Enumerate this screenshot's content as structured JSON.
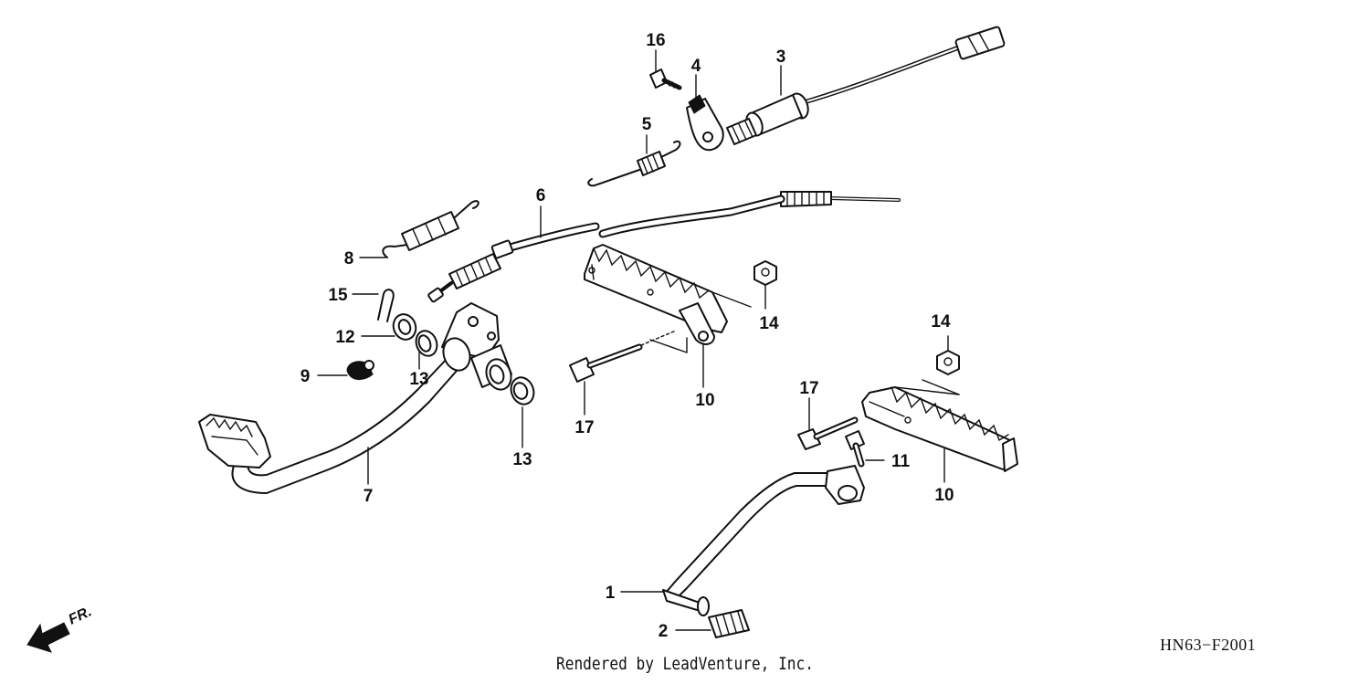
{
  "diagram": {
    "code": "HN63−F2001",
    "credit": "Rendered by LeadVenture, Inc.",
    "direction_label": "FR.",
    "callouts": [
      {
        "id": "c16",
        "label": "16"
      },
      {
        "id": "c4",
        "label": "4"
      },
      {
        "id": "c3",
        "label": "3"
      },
      {
        "id": "c5",
        "label": "5"
      },
      {
        "id": "c6",
        "label": "6"
      },
      {
        "id": "c8",
        "label": "8"
      },
      {
        "id": "c15",
        "label": "15"
      },
      {
        "id": "c12",
        "label": "12"
      },
      {
        "id": "c9",
        "label": "9"
      },
      {
        "id": "c13a",
        "label": "13"
      },
      {
        "id": "c13b",
        "label": "13"
      },
      {
        "id": "c7",
        "label": "7"
      },
      {
        "id": "c14a",
        "label": "14"
      },
      {
        "id": "c10a",
        "label": "10"
      },
      {
        "id": "c17a",
        "label": "17"
      },
      {
        "id": "c14b",
        "label": "14"
      },
      {
        "id": "c17b",
        "label": "17"
      },
      {
        "id": "c11",
        "label": "11"
      },
      {
        "id": "c10b",
        "label": "10"
      },
      {
        "id": "c1",
        "label": "1"
      },
      {
        "id": "c2",
        "label": "2"
      }
    ]
  }
}
